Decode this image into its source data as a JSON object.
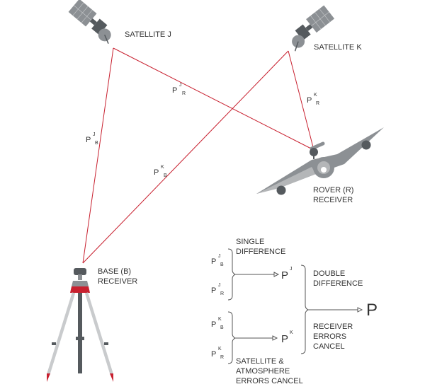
{
  "satellites": {
    "j": {
      "label": "SATELLITE J"
    },
    "k": {
      "label": "SATELLITE K"
    }
  },
  "rover": {
    "line1": "ROVER (R)",
    "line2": "RECEIVER"
  },
  "base": {
    "line1": "BASE (B)",
    "line2": "RECEIVER"
  },
  "ranges": {
    "rj": {
      "main": "P",
      "sup": "J",
      "sub": "R"
    },
    "bj": {
      "main": "P",
      "sup": "J",
      "sub": "B"
    },
    "bk": {
      "main": "P",
      "sup": "K",
      "sub": "B"
    },
    "rk": {
      "main": "P",
      "sup": "K",
      "sub": "R"
    }
  },
  "legend": {
    "single_difference": {
      "line1": "SINGLE",
      "line2": "DIFFERENCE"
    },
    "double_difference": {
      "line1": "DOUBLE",
      "line2": "DIFFERENCE"
    },
    "receiver_errors": {
      "line1": "RECEIVER",
      "line2": "ERRORS",
      "line3": "CANCEL"
    },
    "satellite_errors": {
      "line1": "SATELLITE &",
      "line2": "ATMOSPHERE",
      "line3": "ERRORS CANCEL"
    },
    "terms": {
      "pjb": {
        "main": "P",
        "sup": "J",
        "sub": "B"
      },
      "pjr": {
        "main": "P",
        "sup": "J",
        "sub": "R"
      },
      "pkb": {
        "main": "P",
        "sup": "K",
        "sub": "B"
      },
      "pkr": {
        "main": "P",
        "sup": "K",
        "sub": "R"
      },
      "pj": {
        "main": "P",
        "sup": "J"
      },
      "pk": {
        "main": "P",
        "sup": "K"
      },
      "p": {
        "main": "P"
      }
    }
  },
  "colors": {
    "signal_line": "#c8202f",
    "bracket": "#555555",
    "dark_gray": "#555a5e",
    "mid_gray": "#8c9094",
    "light_gray": "#c9cbcd",
    "tripod_red": "#c8202f"
  }
}
